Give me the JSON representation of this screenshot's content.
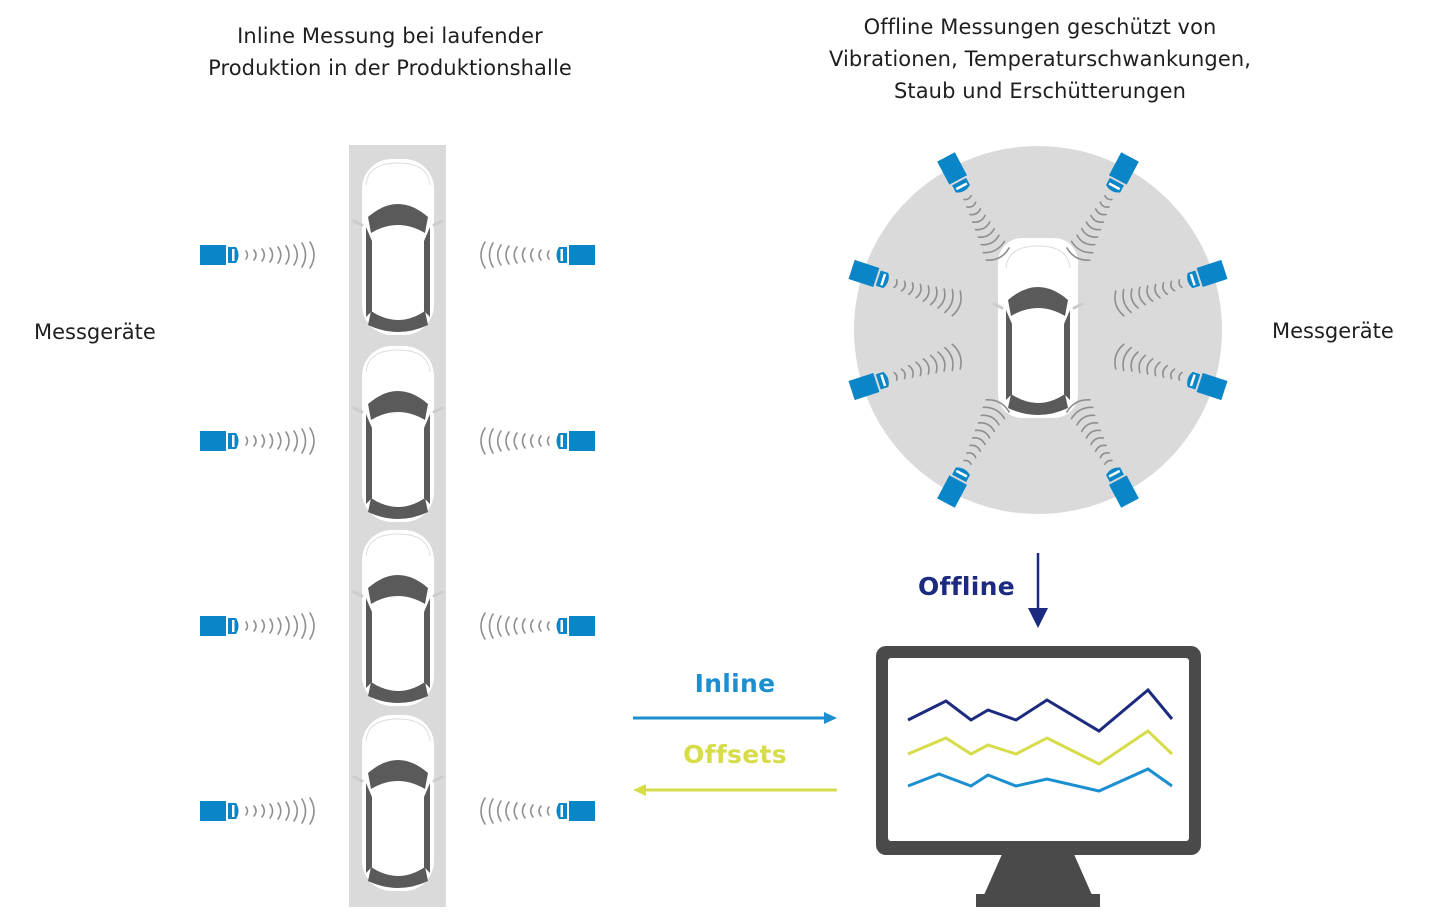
{
  "inline_caption": {
    "line1": "Inline Messung bei laufender",
    "line2": "Produktion in der Produktionshalle"
  },
  "offline_caption": {
    "line1": "Offline Messungen geschützt von",
    "line2": "Vibrationen, Temperaturschwankungen,",
    "line3": "Staub und Erschütterungen"
  },
  "left_side_label": "Messgeräte",
  "right_side_label": "Messgeräte",
  "flows": {
    "offline": "Offline",
    "inline": "Inline",
    "offsets": "Offsets"
  },
  "colors": {
    "sensor_blue": "#0a86c8",
    "offline_navy": "#1c2a7f",
    "inline_blue": "#1b8fd0",
    "offsets_yellow": "#d6dc4a",
    "car_gray": "#5a5a5a",
    "lane_gray": "#dadada",
    "monitor_dark": "#4a4a4a"
  },
  "icons": {
    "sensor": "measurement-device-icon",
    "car": "car-top-view-icon",
    "monitor": "monitor-icon"
  }
}
